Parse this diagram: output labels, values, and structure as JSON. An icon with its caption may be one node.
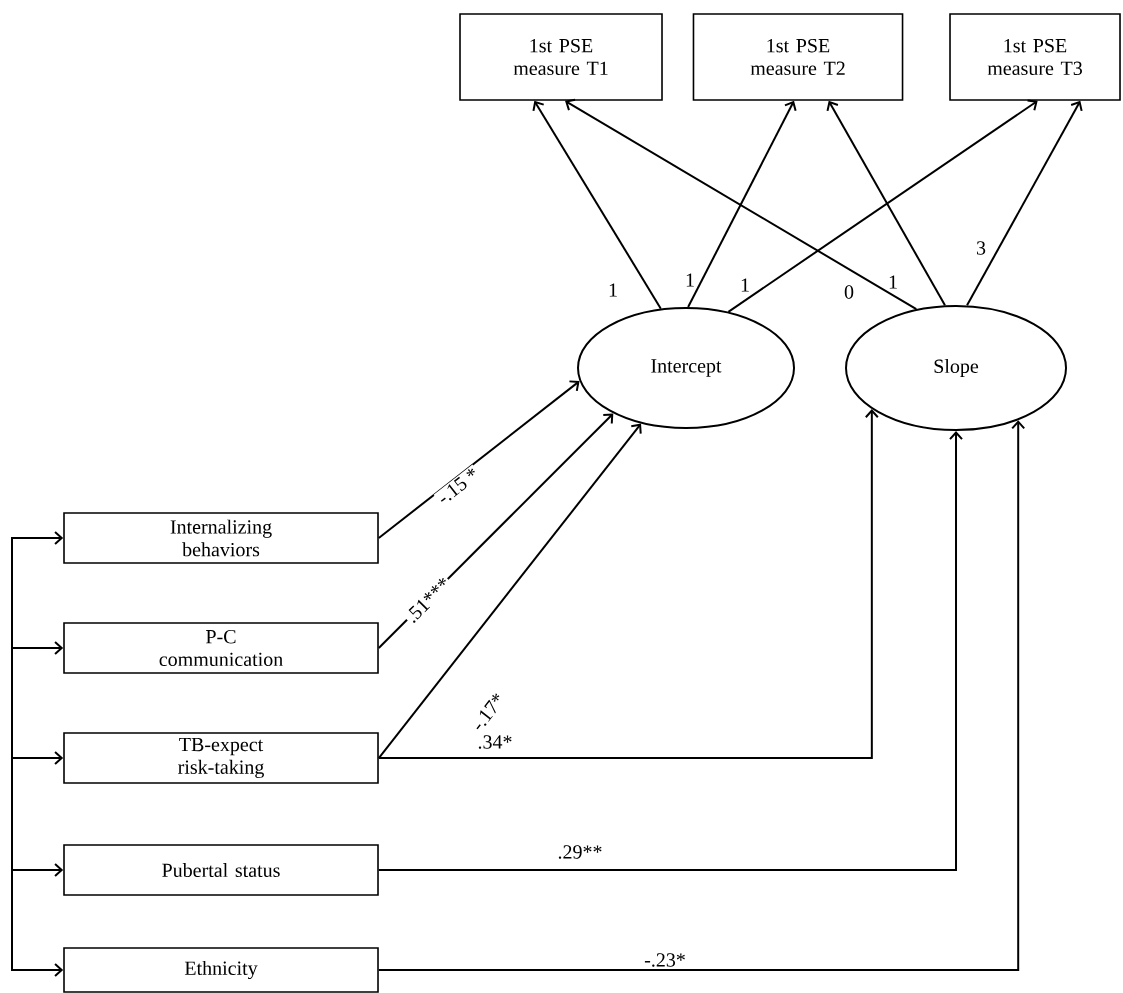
{
  "diagram": {
    "nodes": [
      {
        "text": [
          "1st PSE measure T1"
        ]
      },
      {
        "text": [
          "1st PSE measure T2"
        ]
      },
      {
        "text": [
          "1st PSE measure T3"
        ]
      },
      {
        "text": [
          "Intercept"
        ]
      },
      {
        "text": [
          "Slope"
        ]
      },
      {
        "text": [
          "Internalizing behaviors"
        ]
      },
      {
        "text": [
          "P-C communication"
        ]
      },
      {
        "text": [
          "TB-expect risk-taking"
        ]
      },
      {
        "text": [
          "Pubertal status"
        ]
      },
      {
        "text": [
          "Ethnicity"
        ]
      }
    ],
    "edges": [
      {
        "from": 3,
        "to": 0,
        "arrow": "to",
        "label": "1"
      },
      {
        "from": 3,
        "to": 1,
        "arrow": "to",
        "label": "1"
      },
      {
        "from": 3,
        "to": 2,
        "arrow": "to",
        "label": "1"
      },
      {
        "from": 4,
        "to": 0,
        "arrow": "to",
        "label": "0"
      },
      {
        "from": 4,
        "to": 1,
        "arrow": "to",
        "label": "1"
      },
      {
        "from": 4,
        "to": 2,
        "arrow": "to",
        "label": "3"
      },
      {
        "from": 5,
        "to": 3,
        "arrow": "to",
        "label": "-.15 *"
      },
      {
        "from": 6,
        "to": 3,
        "arrow": "to",
        "label": ".51***"
      },
      {
        "from": 7,
        "to": 3,
        "arrow": "to",
        "label": "-.17*"
      },
      {
        "from": 7,
        "to": 4,
        "arrow": "to",
        "label": ".34*"
      },
      {
        "from": 8,
        "to": 4,
        "arrow": "to",
        "label": ".29**"
      },
      {
        "from": 9,
        "to": 4,
        "arrow": "to",
        "label": "-.23*"
      },
      {
        "from": null,
        "to": 5,
        "arrow": "to"
      },
      {
        "from": null,
        "to": 6,
        "arrow": "to"
      },
      {
        "from": null,
        "to": 7,
        "arrow": "to"
      },
      {
        "from": null,
        "to": 8,
        "arrow": "to"
      },
      {
        "from": null,
        "to": 9,
        "arrow": "to"
      }
    ]
  }
}
